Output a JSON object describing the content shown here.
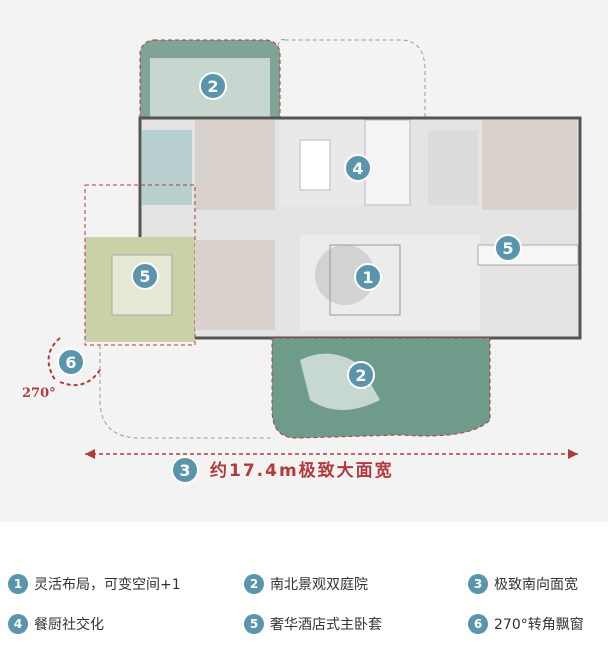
{
  "markers": [
    {
      "id": "m-garden-north",
      "num": "2"
    },
    {
      "id": "m-kitchen",
      "num": "4"
    },
    {
      "id": "m-suite",
      "num": "5"
    },
    {
      "id": "m-living",
      "num": "1"
    },
    {
      "id": "m-balcony",
      "num": "5"
    },
    {
      "id": "m-garden-south",
      "num": "2"
    },
    {
      "id": "m-corner",
      "num": "6"
    },
    {
      "id": "m-width",
      "num": "3"
    }
  ],
  "angle_label": "270°",
  "width_caption": "约17.4m极致大面宽",
  "legend": [
    {
      "num": "1",
      "text": "灵活布局，可变空间+1"
    },
    {
      "num": "2",
      "text": "南北景观双庭院"
    },
    {
      "num": "3",
      "text": "极致南向面宽"
    },
    {
      "num": "4",
      "text": "餐厨社交化"
    },
    {
      "num": "5",
      "text": "奢华酒店式主卧套"
    },
    {
      "num": "6",
      "text": "270°转角飘窗"
    }
  ],
  "colors": {
    "accent": "#5a94ad",
    "dimension": "#b23a3a",
    "garden": "#6f9c8a",
    "suite": "#c9d2a6"
  }
}
